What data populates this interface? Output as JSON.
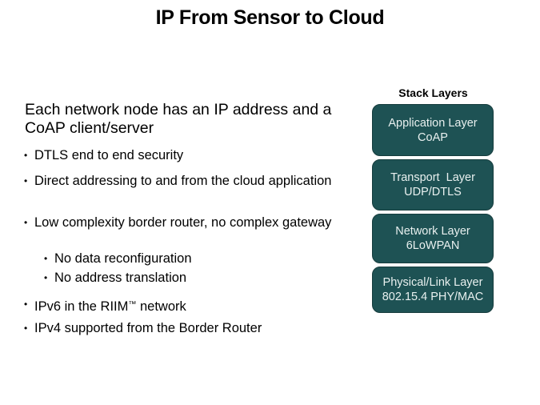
{
  "slide": {
    "title": "IP From Sensor to Cloud",
    "lead": "Each network node has an IP address and a CoAP client/server",
    "bullets": [
      {
        "text": "DTLS end to end security"
      },
      {
        "text": "Direct addressing to and from the cloud application"
      },
      {
        "text": "Low complexity border router, no complex gateway"
      },
      {
        "text": "IPv6 in the RIIM",
        "suffix_mark": "™",
        "suffix": " network"
      },
      {
        "text": "IPv4 supported from the Border Router"
      }
    ],
    "sub_bullets": [
      {
        "text": "No data reconfiguration"
      },
      {
        "text": "No address translation"
      }
    ],
    "bullet_glyph": "•"
  },
  "stack": {
    "title": "Stack Layers",
    "layers": [
      {
        "name": "Application Layer",
        "protocol": "CoAP"
      },
      {
        "name": "Transport  Layer",
        "protocol": "UDP/DTLS"
      },
      {
        "name": "Network Layer",
        "protocol": "6LoWPAN"
      },
      {
        "name": "Physical/Link Layer",
        "protocol": "802.15.4 PHY/MAC"
      }
    ],
    "colors": {
      "fill": "#1e5254",
      "border": "#163c3d",
      "text": "#e8f0ef"
    }
  }
}
